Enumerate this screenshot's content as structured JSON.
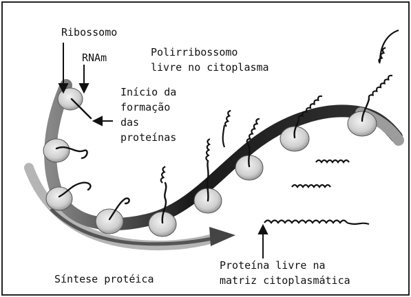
{
  "figure": {
    "labels": {
      "ribossomo": "Ribossomo",
      "rnam": "RNAm",
      "polirribossomo_line1": "Polirribossomo",
      "polirribossomo_line2": "livre no citoplasma",
      "inicio_line1": "Início da",
      "inicio_line2": "formação",
      "inicio_line3": "das",
      "inicio_line4": "proteínas",
      "proteina_line1": "Proteína livre na",
      "proteina_line2": "matriz citoplasmática",
      "sintese": "Síntese protéica"
    },
    "icons": [
      "ribosome-icon",
      "mrna-strand-icon",
      "protein-chain-icon",
      "arrow-icon"
    ],
    "colors": {
      "ink": "#111111",
      "ribosome_fill": "#d9d9d9",
      "mrna_band": "#1a1a1a",
      "border": "#222222"
    }
  }
}
